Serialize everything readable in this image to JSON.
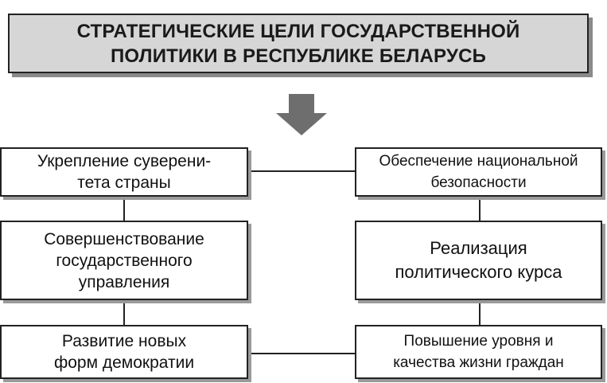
{
  "diagram": {
    "title": "СТРАТЕГИЧЕСКИЕ ЦЕЛИ ГОСУДАРСТВЕННОЙ ПОЛИТИКИ В РЕСПУБЛИКЕ БЕЛАРУСЬ",
    "left_goals": [
      "Укрепление суверени-\nтета страны",
      "Совершенствование\nгосударственного\nуправления",
      "Развитие новых\nформ демократии"
    ],
    "right_goals": [
      "Обеспечение национальной\nбезопасности",
      "Реализация\nполитического курса",
      "Повышение уровня и\nкачества жизни граждан"
    ],
    "colors": {
      "title_fill": "#d6d6d6",
      "border": "#222222",
      "shadow": "#9a9a9a",
      "arrow": "#6e6e6e"
    },
    "icons": {
      "arrow": "down-arrow-icon"
    }
  }
}
